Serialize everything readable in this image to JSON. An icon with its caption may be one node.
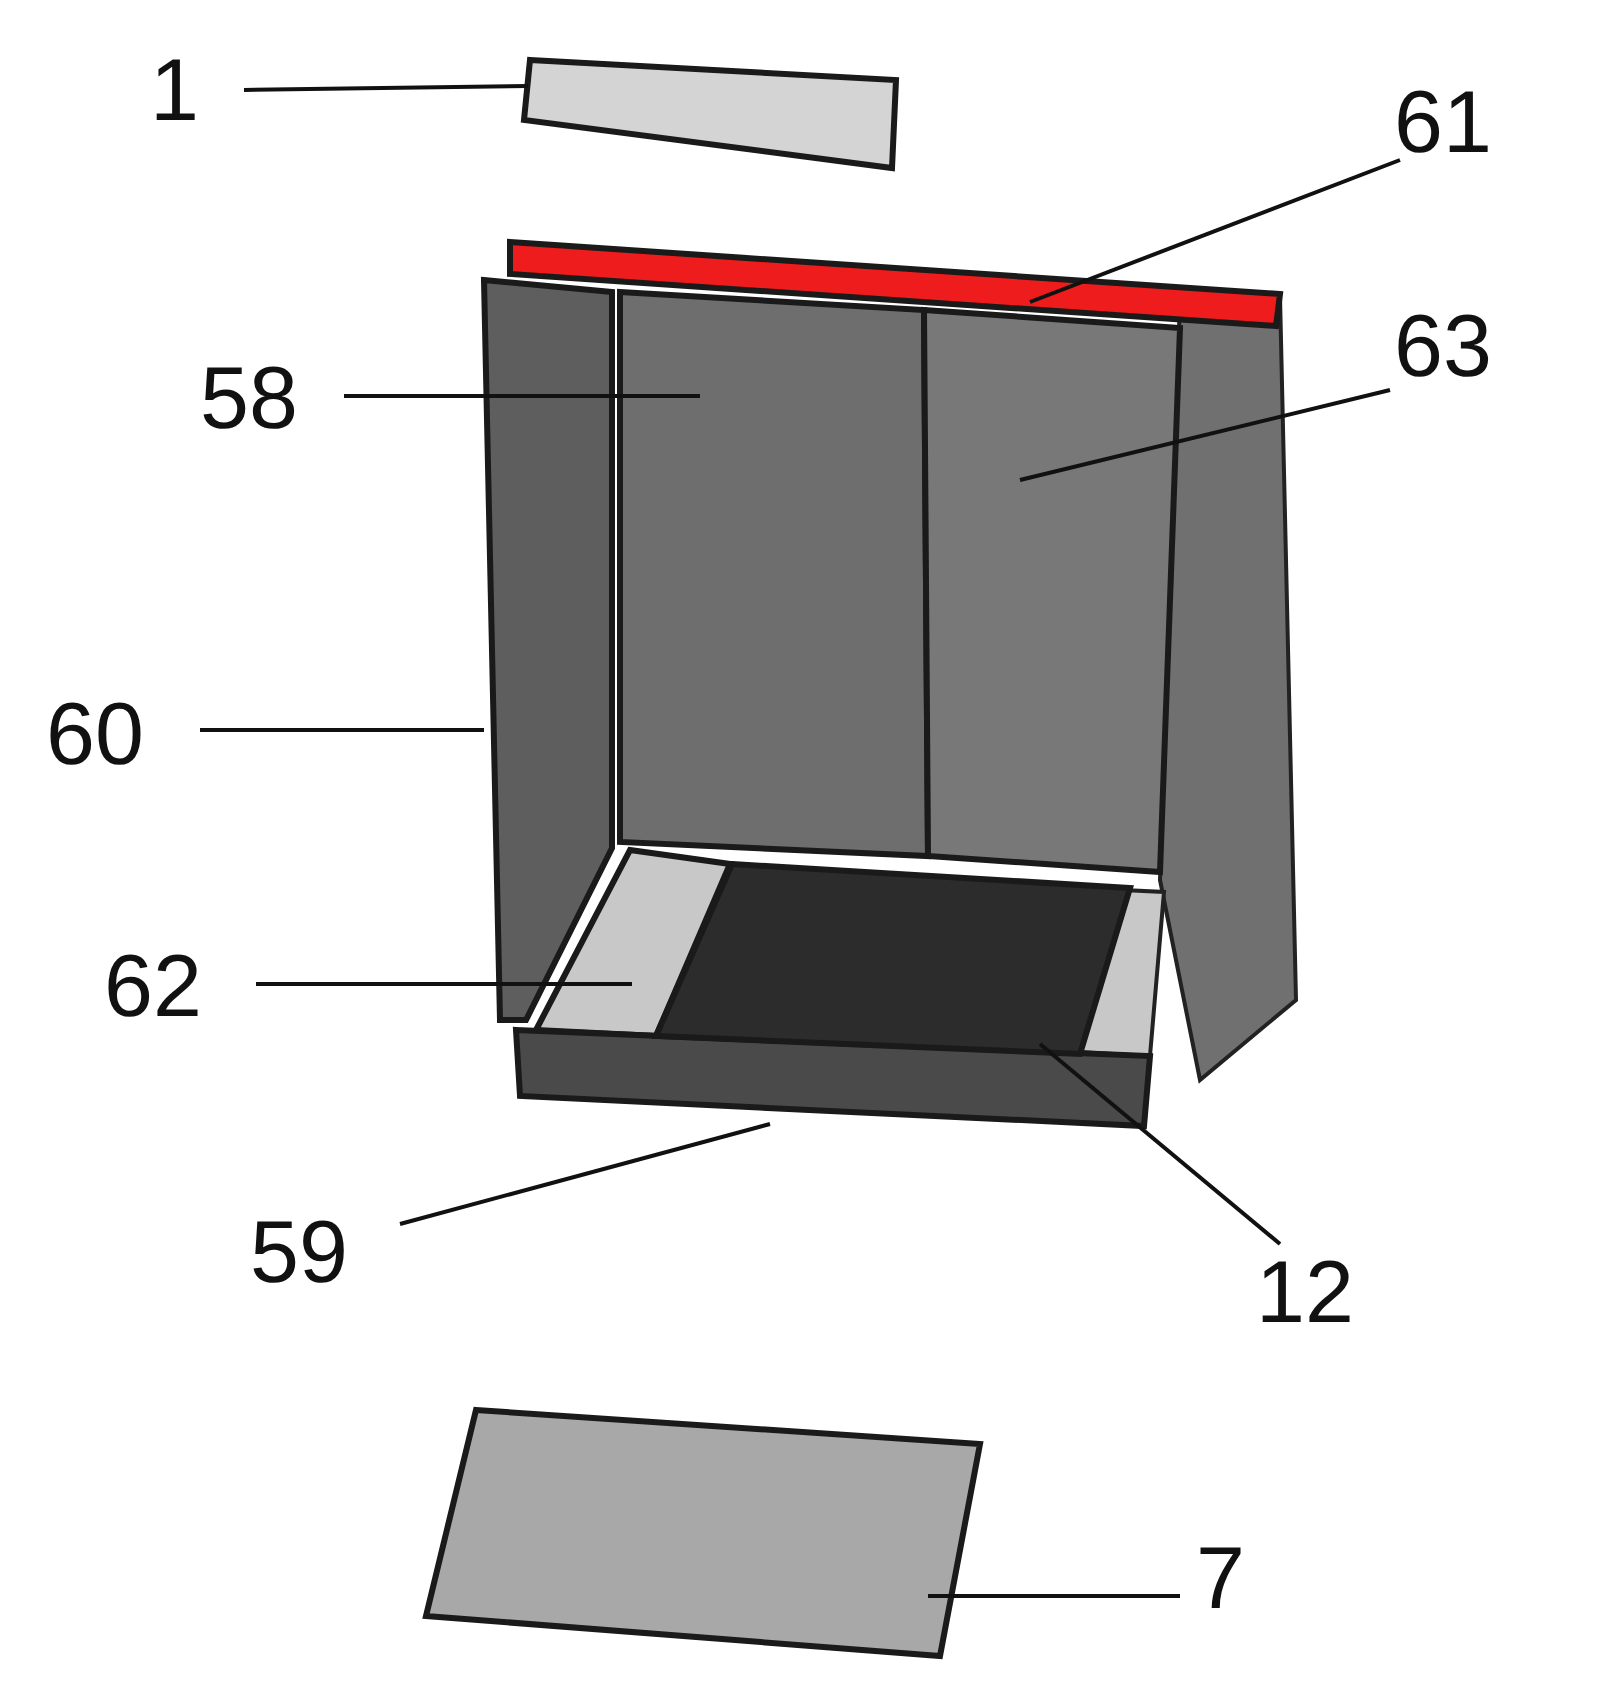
{
  "diagram": {
    "nodes": [
      {
        "text": [
          "1"
        ]
      },
      {
        "text": [],
        "shape": "box"
      },
      {
        "text": [
          "61"
        ]
      },
      {
        "text": [],
        "shape": "box"
      },
      {
        "text": [
          "58"
        ]
      },
      {
        "text": [],
        "shape": "box"
      },
      {
        "text": [
          "63"
        ]
      },
      {
        "text": [],
        "shape": "box"
      },
      {
        "text": [
          "60"
        ]
      },
      {
        "text": [],
        "shape": "box"
      },
      {
        "text": [
          "62"
        ]
      },
      {
        "text": [],
        "shape": "box"
      },
      {
        "text": [
          "59"
        ]
      },
      {
        "text": [],
        "shape": "box"
      },
      {
        "text": [
          "12"
        ]
      },
      {
        "text": [],
        "shape": "box"
      },
      {
        "text": [
          "7"
        ]
      },
      {
        "text": [],
        "shape": "box"
      }
    ],
    "edges": [
      {
        "from": 0,
        "to": 1,
        "arrow": "none"
      },
      {
        "from": 2,
        "to": 3,
        "arrow": "none"
      },
      {
        "from": 4,
        "to": 5,
        "arrow": "none"
      },
      {
        "from": 6,
        "to": 7,
        "arrow": "none"
      },
      {
        "from": 8,
        "to": 9,
        "arrow": "none"
      },
      {
        "from": 10,
        "to": 11,
        "arrow": "none"
      },
      {
        "from": 12,
        "to": 13,
        "arrow": "none"
      },
      {
        "from": 14,
        "to": 15,
        "arrow": "none"
      },
      {
        "from": 16,
        "to": 17,
        "arrow": "none"
      }
    ]
  }
}
